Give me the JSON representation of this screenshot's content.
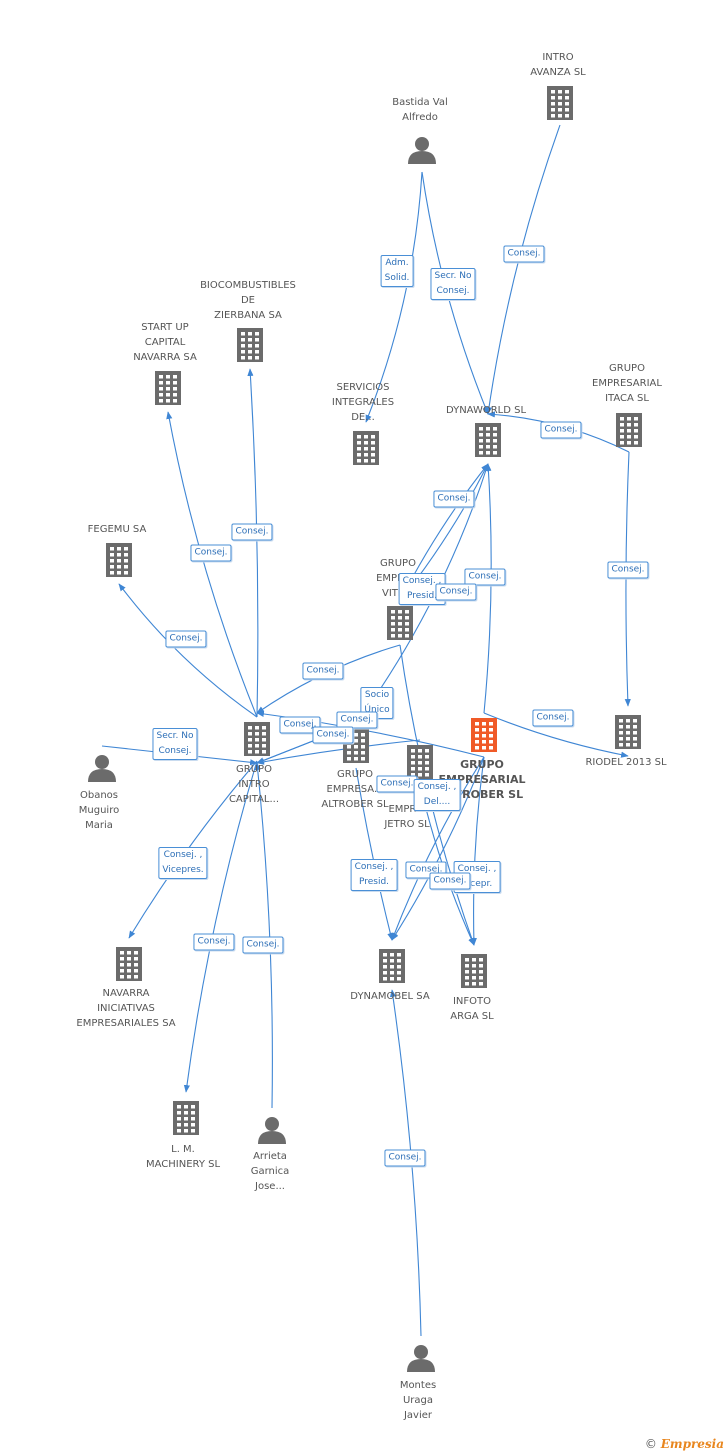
{
  "colors": {
    "edge": "#3f86d4",
    "company": "#6b6b6b",
    "focus": "#f05a28",
    "person": "#6b6b6b"
  },
  "nodes": [
    {
      "id": "intro_avanza",
      "kind": "company",
      "icon": "building-icon",
      "label": "INTRO\nAVANZA SL"
    },
    {
      "id": "bastida",
      "kind": "person",
      "icon": "person-icon",
      "label": "Bastida Val\nAlfredo"
    },
    {
      "id": "biocomb",
      "kind": "company",
      "icon": "building-icon",
      "label": "BIOCOMBUSTIBLES\nDE\nZIERBANA SA"
    },
    {
      "id": "startup",
      "kind": "company",
      "icon": "building-icon",
      "label": "START UP\nCAPITAL\nNAVARRA SA"
    },
    {
      "id": "servicios",
      "kind": "company",
      "icon": "building-icon",
      "label": "SERVICIOS\nINTEGRALES\nDE..."
    },
    {
      "id": "dynaworld",
      "kind": "company",
      "icon": "building-icon",
      "label": "DYNAWORLD SL"
    },
    {
      "id": "itaca",
      "kind": "company",
      "icon": "building-icon",
      "label": "GRUPO\nEMPRESARIAL\nITACA SL"
    },
    {
      "id": "fegemu",
      "kind": "company",
      "icon": "building-icon",
      "label": "FEGEMU SA"
    },
    {
      "id": "vitro",
      "kind": "company",
      "icon": "building-icon",
      "label": "GRUPO\nEMPRE...\nVITR..."
    },
    {
      "id": "riodel",
      "kind": "company",
      "icon": "building-icon",
      "label": "RIODEL 2013 SL"
    },
    {
      "id": "grupo_intro",
      "kind": "company",
      "icon": "building-icon",
      "label": "GRUPO\nINTRO\nCAPITAL..."
    },
    {
      "id": "altrober",
      "kind": "company",
      "icon": "building-icon",
      "label": "GRUPO\nEMPRESA...\nALTROBER SL"
    },
    {
      "id": "emp_jetro",
      "kind": "company",
      "icon": "building-icon",
      "label": "EMPR...\nJETRO SL"
    },
    {
      "id": "focus",
      "kind": "focus",
      "icon": "building-icon",
      "label": "GRUPO\nEMPRESARIAL\nALTROBER SL"
    },
    {
      "id": "obanos",
      "kind": "person",
      "icon": "person-icon",
      "label": "Obanos\nMuguiro\nMaria"
    },
    {
      "id": "navarra_ini",
      "kind": "company",
      "icon": "building-icon",
      "label": "NAVARRA\nINICIATIVAS\nEMPRESARIALES SA"
    },
    {
      "id": "dynamobel",
      "kind": "company",
      "icon": "building-icon",
      "label": "DYNAMOBEL SA"
    },
    {
      "id": "infoto",
      "kind": "company",
      "icon": "building-icon",
      "label": "INFOTO\nARGA SL"
    },
    {
      "id": "lm",
      "kind": "company",
      "icon": "building-icon",
      "label": "L. M.\nMACHINERY SL"
    },
    {
      "id": "arrieta",
      "kind": "person",
      "icon": "person-icon",
      "label": "Arrieta\nGarnica\nJose..."
    },
    {
      "id": "montes",
      "kind": "person",
      "icon": "person-icon",
      "label": "Montes\nUraga\nJavier"
    }
  ],
  "edge_labels": [
    "Adm.\nSolid.",
    "Secr. No\nConsej.",
    "Consej.",
    "Consej.",
    "Consej.",
    "Consej.",
    "Consej.",
    "Consej.",
    "Consej. ,\nPresid.",
    "Consej.",
    "Consej.",
    "Consej.",
    "Consej.",
    "Socio\nÚnico",
    "Consej.",
    "Consej.",
    "Consej.",
    "Consej.",
    "Secr. No\nConsej.",
    "Consej. ,\nVicepres.",
    "Consej. ,\nPresid.",
    "Consej.",
    "Consej. ,\nVicepr.",
    "Consej. ,\nDel....",
    "Consej.",
    "Consej.",
    "Consej.",
    "Consej.",
    "Consej."
  ],
  "brand": {
    "copyright": "©",
    "name": "Empresia"
  }
}
